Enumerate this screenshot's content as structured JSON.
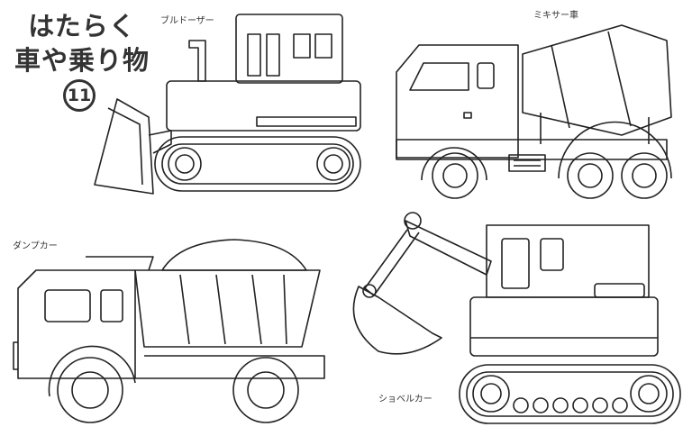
{
  "title": {
    "line1": "はたらく",
    "line2": "車や乗り物",
    "number": "11"
  },
  "vehicles": [
    {
      "label": "ブルドーザー"
    },
    {
      "label": "ミキサー車"
    },
    {
      "label": "ダンプカー"
    },
    {
      "label": "ショベルカー"
    }
  ]
}
